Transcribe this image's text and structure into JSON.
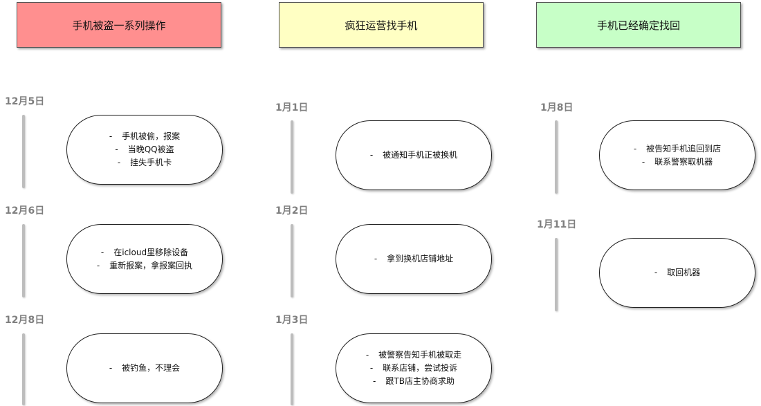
{
  "headers": [
    {
      "label": "手机被盗一系列操作",
      "color": "#ff8f8f"
    },
    {
      "label": "疯狂运营找手机",
      "color": "#ffffc3"
    },
    {
      "label": "手机已经确定找回",
      "color": "#c7ffc7"
    }
  ],
  "bullet": "-",
  "columns": [
    {
      "events": [
        {
          "date": "12月5日",
          "items": [
            "手机被偷，报案",
            "当晚QQ被盗",
            "挂失手机卡"
          ]
        },
        {
          "date": "12月6日",
          "items": [
            "在icloud里移除设备",
            "重新报案，拿报案回执"
          ]
        },
        {
          "date": "12月8日",
          "items": [
            "被钓鱼，不理会"
          ]
        }
      ]
    },
    {
      "events": [
        {
          "date": "1月1日",
          "items": [
            "被通知手机正被换机"
          ]
        },
        {
          "date": "1月2日",
          "items": [
            "拿到换机店铺地址"
          ]
        },
        {
          "date": "1月3日",
          "items": [
            "被警察告知手机被取走",
            "联系店铺，尝试投诉",
            "跟TB店主协商求助"
          ]
        }
      ]
    },
    {
      "events": [
        {
          "date": "1月8日",
          "items": [
            "被告知手机追回到店",
            "联系警察取机器"
          ]
        },
        {
          "date": "1月11日",
          "items": [
            "取回机器"
          ]
        }
      ]
    }
  ]
}
